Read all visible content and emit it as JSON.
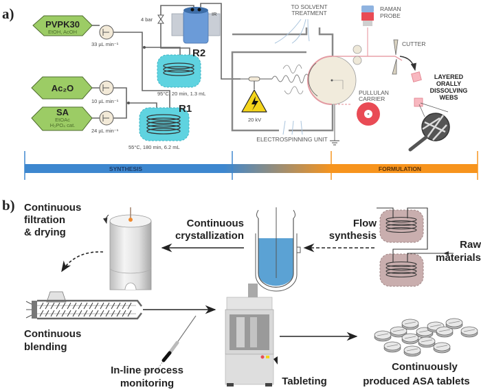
{
  "panel_a": {
    "label": "a)",
    "reagents": [
      {
        "name": "PVPK30",
        "sub1": "EtOH, AcOH",
        "sub2": "",
        "flow": "33 µL min⁻¹"
      },
      {
        "name": "Ac₂O",
        "sub1": "",
        "sub2": "",
        "flow": "10 µL min⁻¹"
      },
      {
        "name": "SA",
        "sub1": "EtOAc",
        "sub2": "H₃PO₄ cat.",
        "flow": "24 µL min⁻¹"
      }
    ],
    "reactors": [
      {
        "name": "R2",
        "conditions": "95°C, 20 min, 1.3 mL"
      },
      {
        "name": "R1",
        "conditions": "55°C, 180 min, 6.2 mL"
      }
    ],
    "pressure_label": "4 bar",
    "ir_label": "IR",
    "solvent_label_1": "TO SOLVENT",
    "solvent_label_2": "TREATMENT",
    "voltage_label": "20 kV",
    "electrospinning_label": "ELECTROSPINNING UNIT",
    "raman_label_1": "RAMAN",
    "raman_label_2": "PROBE",
    "cutter_label": "CUTTER",
    "pullulan_label_1": "PULLULAN",
    "pullulan_label_2": "CARRIER",
    "webs_label": [
      "LAYERED",
      "ORALLY",
      "DISSOLVING",
      "WEBS"
    ],
    "stages": {
      "synthesis": "SYNTHESIS",
      "formulation": "FORMULATION"
    },
    "colors": {
      "synthesis": "#3d87cf",
      "formulation": "#f7941d",
      "reagent_fill": "#9ccc65",
      "reactor_fill": "#5fd3e0",
      "carrier": "#e94b55"
    }
  },
  "panel_b": {
    "label": "b)",
    "filtration": [
      "Continuous",
      "filtration",
      "& drying"
    ],
    "crystallization": [
      "Continuous",
      "crystallization"
    ],
    "flow_synthesis": [
      "Flow",
      "synthesis"
    ],
    "raw_materials": [
      "Raw",
      "materials"
    ],
    "blending": [
      "Continuous",
      "blending"
    ],
    "monitoring": [
      "In-line process",
      "monitoring"
    ],
    "tableting": "Tableting",
    "tablets": [
      "Continuously",
      "produced ASA tablets"
    ]
  }
}
